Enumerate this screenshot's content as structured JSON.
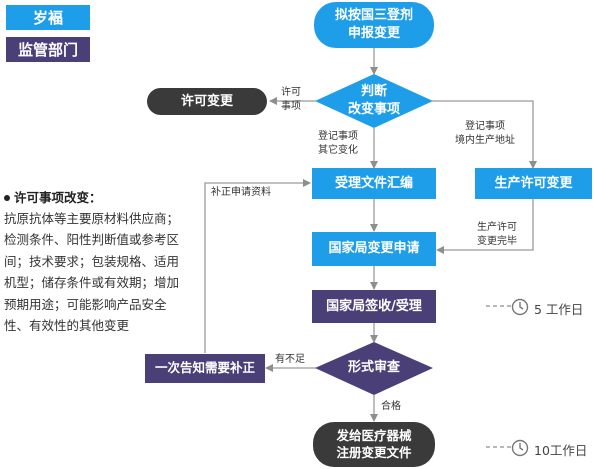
{
  "legend": {
    "blue_tag": "岁褔",
    "purple_tag": "监管部门"
  },
  "nodes": {
    "start": "拟按国三登剂\n申报变更",
    "judge": "判断\n改变事项",
    "permit_change": "许可变更",
    "accept_docs": "受理文件汇编",
    "production_permit_change": "生产许可变更",
    "bureau_apply": "国家局变更申请",
    "bureau_sign": "国家局签收/受理",
    "one_notice": "一次告知需要补正",
    "formal_review": "形式审查",
    "issue": "发给医疗器械\n注册变更文件"
  },
  "edge_labels": {
    "permit_items": "许可\n事项",
    "reg_other": "登记事项\n其它变化",
    "reg_address": "登记事项\n境内生产地址",
    "supplement": "补正申请资料",
    "prod_done": "生产许可\n变更完毕",
    "insufficient": "有不足",
    "qualified": "合格"
  },
  "timers": {
    "five_days": "5 工作日",
    "ten_days": "10工作日"
  },
  "side_note": {
    "title": "许可事项改变：",
    "lines": [
      "抗原抗体等主要原材料供应商；",
      "检测条件、阳性判断值或参考区",
      "间；技术要求；包装规格、适用",
      "机型；储存条件或有效期；增加",
      "预期用途；可能影响产品安全",
      "性、有效性的其他变更"
    ]
  },
  "colors": {
    "blue": "#1e9ee8",
    "purple": "#4b3f78",
    "dark": "#3a3a3a",
    "arrow": "#8e8e8e"
  }
}
